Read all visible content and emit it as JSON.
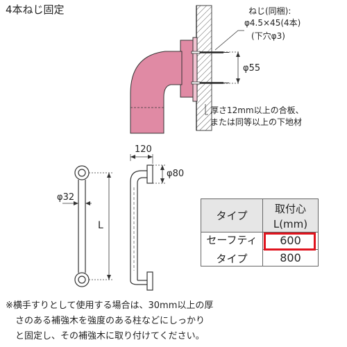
{
  "title": "4本ねじ固定",
  "screw": {
    "line1": "ねじ(同梱):",
    "line2": "φ4.5×45(4本)",
    "line3": "(下穴φ3)"
  },
  "dim_phi55": "φ55",
  "board_note": {
    "line1": "厚さ12mm以上の合板、",
    "line2": "または同等以上の下地材"
  },
  "dims": {
    "width_120": "120",
    "phi80": "φ80",
    "phi32": "φ32",
    "length_L": "L"
  },
  "table": {
    "header_type": "タイプ",
    "header_len1": "取付心",
    "header_len2": "L(mm)",
    "row_type1": "セーフティ",
    "row_type2": "タイプ",
    "val1": "600",
    "val2": "800"
  },
  "highlight_color": "#e0141e",
  "rail_color": "#e08aa4",
  "footnote": {
    "line1": "※横手すりとして使用する場合は、30mm以上の厚",
    "line2": "さのある補強木を強度のある柱などにしっかり",
    "line3": "と固定し、その補強木に取り付けてください。"
  }
}
